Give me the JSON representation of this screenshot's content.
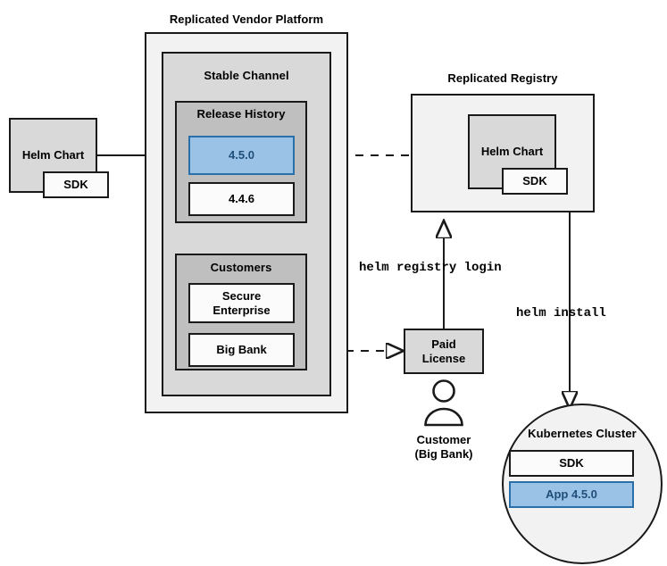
{
  "diagram": {
    "title_vendor_platform": "Replicated Vendor Platform",
    "title_registry": "Replicated Registry",
    "stable_channel": "Stable Channel",
    "release_history": "Release History",
    "customers": "Customers"
  },
  "left_chart": {
    "name": "Helm Chart",
    "sdk": "SDK"
  },
  "releases": [
    {
      "version": "4.5.0",
      "highlighted": true
    },
    {
      "version": "4.4.6",
      "highlighted": false
    }
  ],
  "customers": [
    {
      "name": "Secure\nEnterprise",
      "line1": "Secure",
      "line2": "Enterprise"
    },
    {
      "name": "Big Bank",
      "line1": "Big Bank",
      "line2": ""
    }
  ],
  "registry": {
    "chart_name": "Helm Chart",
    "sdk": "SDK"
  },
  "license": {
    "line1": "Paid",
    "line2": "License"
  },
  "customer_actor": {
    "line1": "Customer",
    "line2": "(Big Bank)",
    "icon": "person-icon"
  },
  "commands": {
    "registry_login": "helm registry login",
    "install": "helm install"
  },
  "cluster": {
    "title": "Kubernetes Cluster",
    "sdk": "SDK",
    "app": "App 4.5.0"
  },
  "colors": {
    "highlight_fill": "#9ac2e6",
    "highlight_border": "#2a6fa8",
    "highlight_text": "#1f4e79",
    "outer_fill": "#f2f2f2",
    "mid_fill": "#d9d9d9",
    "inner_fill": "#bfbfbf",
    "stroke": "#1a1a1a"
  }
}
